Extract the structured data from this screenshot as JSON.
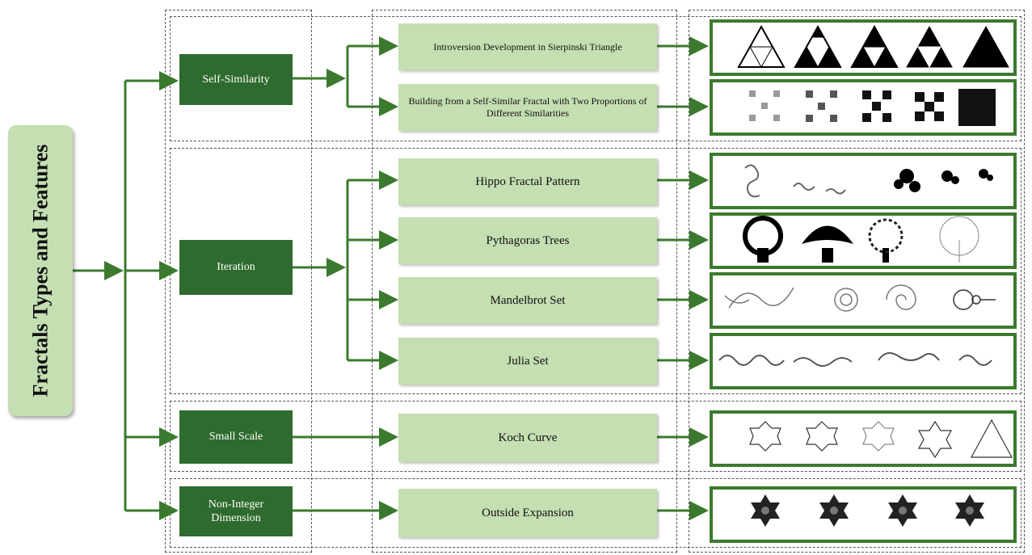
{
  "root_label": "Fractals Types and Features",
  "categories": [
    {
      "label": "Self-Similarity",
      "items": [
        "Introversion Development in Sierpinski Triangle",
        "Building  from a Self-Similar  Fractal with Two Proportions of Different Similarities"
      ]
    },
    {
      "label": "Iteration",
      "items": [
        "Hippo Fractal Pattern",
        "Pythagoras Trees",
        "Mandelbrot Set",
        "Julia  Set"
      ]
    },
    {
      "label": "Small  Scale",
      "items": [
        "Koch Curve"
      ]
    },
    {
      "label": "Non-Integer Dimension",
      "items": [
        "Outside Expansion"
      ]
    }
  ],
  "colors": {
    "dark_green": "#2e6b2e",
    "light_green": "#c4dfb2",
    "arrow": "#3b7a2e"
  }
}
